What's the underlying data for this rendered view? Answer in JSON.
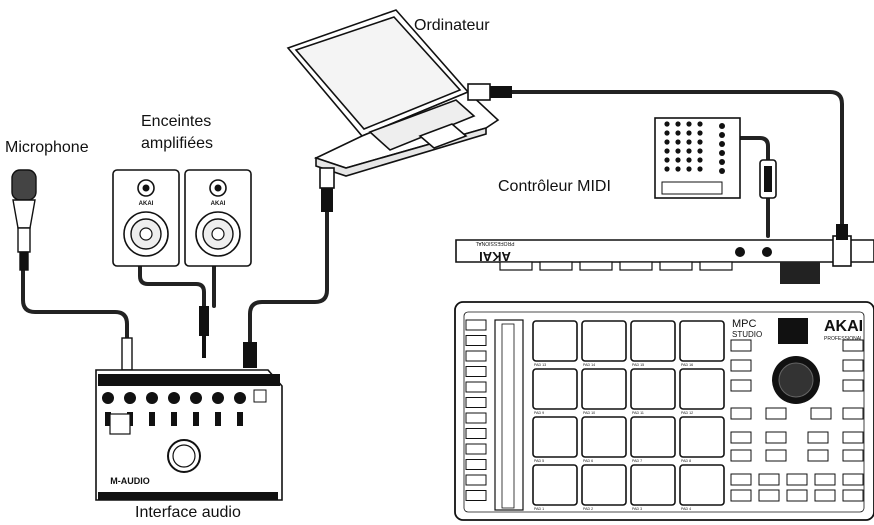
{
  "labels": {
    "computer": "Ordinateur",
    "speakers_line1": "Enceintes",
    "speakers_line2": "amplifiées",
    "microphone": "Microphone",
    "midi_controller": "Contrôleur MIDI",
    "audio_interface": "Interface audio"
  },
  "device_text": {
    "akai_logo": "AKAI",
    "akai_professional": "PROFESSIONAL",
    "mpc": "MPC",
    "studio": "STUDIO",
    "maudio": "M-AUDIO",
    "speaker_brand": "AKAI"
  },
  "pad_labels": [
    "PAD 13",
    "PAD 14",
    "PAD 15",
    "PAD 16",
    "PAD 9",
    "PAD 10",
    "PAD 11",
    "PAD 12",
    "PAD 5",
    "PAD 6",
    "PAD 7",
    "PAD 8",
    "PAD 1",
    "PAD 2",
    "PAD 3",
    "PAD 4"
  ],
  "colors": {
    "ink": "#111111",
    "pad_fill": "#ffffff",
    "device_fill": "#f2f2f2",
    "cable": "#222222"
  }
}
